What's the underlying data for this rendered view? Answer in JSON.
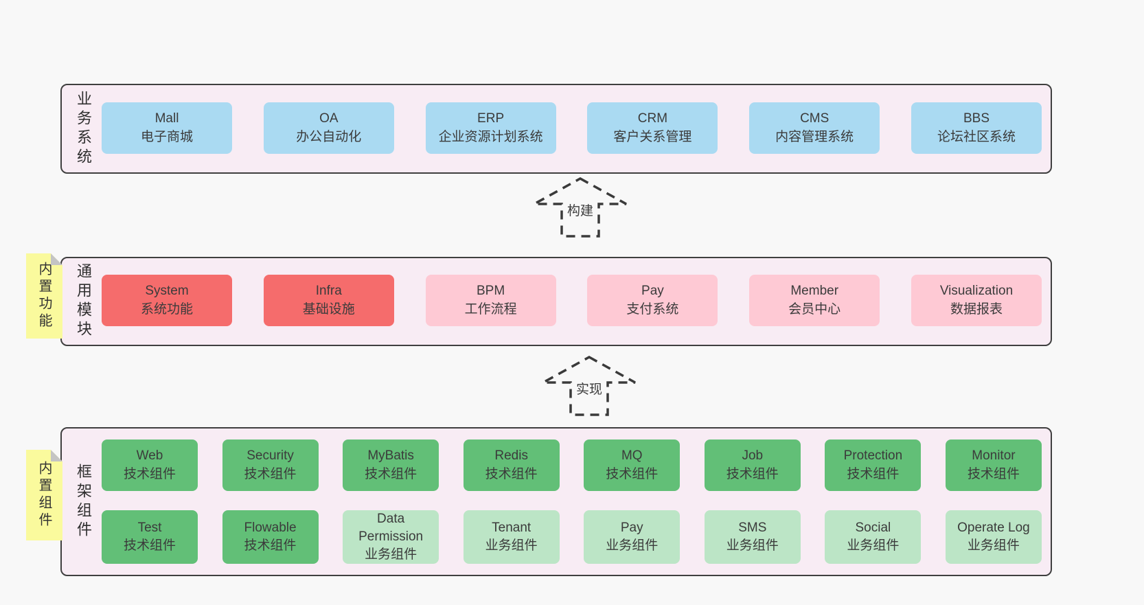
{
  "colors": {
    "page_bg": "#f8f8f8",
    "panel_bg": "#f8ecf4",
    "panel_border": "#3f3f3f",
    "blue": "#aadaf2",
    "red": "#f56c6c",
    "pink": "#fec9d4",
    "green_dark": "#62bf77",
    "green_light": "#bce5c6",
    "sticky_yellow": "#fafa9d",
    "sticky_fold_gray": "#c4c4c4",
    "text": "#3b3b3b"
  },
  "sections": {
    "business": {
      "label": "业务系统",
      "items": [
        {
          "title": "Mall",
          "subtitle": "电子商城",
          "color": "blue"
        },
        {
          "title": "OA",
          "subtitle": "办公自动化",
          "color": "blue"
        },
        {
          "title": "ERP",
          "subtitle": "企业资源计划系统",
          "color": "blue"
        },
        {
          "title": "CRM",
          "subtitle": "客户关系管理",
          "color": "blue"
        },
        {
          "title": "CMS",
          "subtitle": "内容管理系统",
          "color": "blue"
        },
        {
          "title": "BBS",
          "subtitle": "论坛社区系统",
          "color": "blue"
        }
      ]
    },
    "build_arrow": {
      "label": "构建"
    },
    "modules": {
      "label": "通用模块",
      "sticky": "内置功能",
      "items": [
        {
          "title": "System",
          "subtitle": "系统功能",
          "color": "red"
        },
        {
          "title": "Infra",
          "subtitle": "基础设施",
          "color": "red"
        },
        {
          "title": "BPM",
          "subtitle": "工作流程",
          "color": "pink"
        },
        {
          "title": "Pay",
          "subtitle": "支付系统",
          "color": "pink"
        },
        {
          "title": "Member",
          "subtitle": "会员中心",
          "color": "pink"
        },
        {
          "title": "Visualization",
          "subtitle": "数据报表",
          "color": "pink"
        }
      ]
    },
    "implement_arrow": {
      "label": "实现"
    },
    "components": {
      "label": "框架组件",
      "sticky": "内置组件",
      "row1": [
        {
          "title": "Web",
          "subtitle": "技术组件",
          "color": "green_dark"
        },
        {
          "title": "Security",
          "subtitle": "技术组件",
          "color": "green_dark"
        },
        {
          "title": "MyBatis",
          "subtitle": "技术组件",
          "color": "green_dark"
        },
        {
          "title": "Redis",
          "subtitle": "技术组件",
          "color": "green_dark"
        },
        {
          "title": "MQ",
          "subtitle": "技术组件",
          "color": "green_dark"
        },
        {
          "title": "Job",
          "subtitle": "技术组件",
          "color": "green_dark"
        },
        {
          "title": "Protection",
          "subtitle": "技术组件",
          "color": "green_dark"
        },
        {
          "title": "Monitor",
          "subtitle": "技术组件",
          "color": "green_dark"
        }
      ],
      "row2": [
        {
          "title": "Test",
          "subtitle": "技术组件",
          "color": "green_dark"
        },
        {
          "title": "Flowable",
          "subtitle": "技术组件",
          "color": "green_dark"
        },
        {
          "title": "Data Permission",
          "subtitle": "业务组件",
          "color": "green_light"
        },
        {
          "title": "Tenant",
          "subtitle": "业务组件",
          "color": "green_light"
        },
        {
          "title": "Pay",
          "subtitle": "业务组件",
          "color": "green_light"
        },
        {
          "title": "SMS",
          "subtitle": "业务组件",
          "color": "green_light"
        },
        {
          "title": "Social",
          "subtitle": "业务组件",
          "color": "green_light"
        },
        {
          "title": "Operate Log",
          "subtitle": "业务组件",
          "color": "green_light"
        }
      ]
    }
  }
}
